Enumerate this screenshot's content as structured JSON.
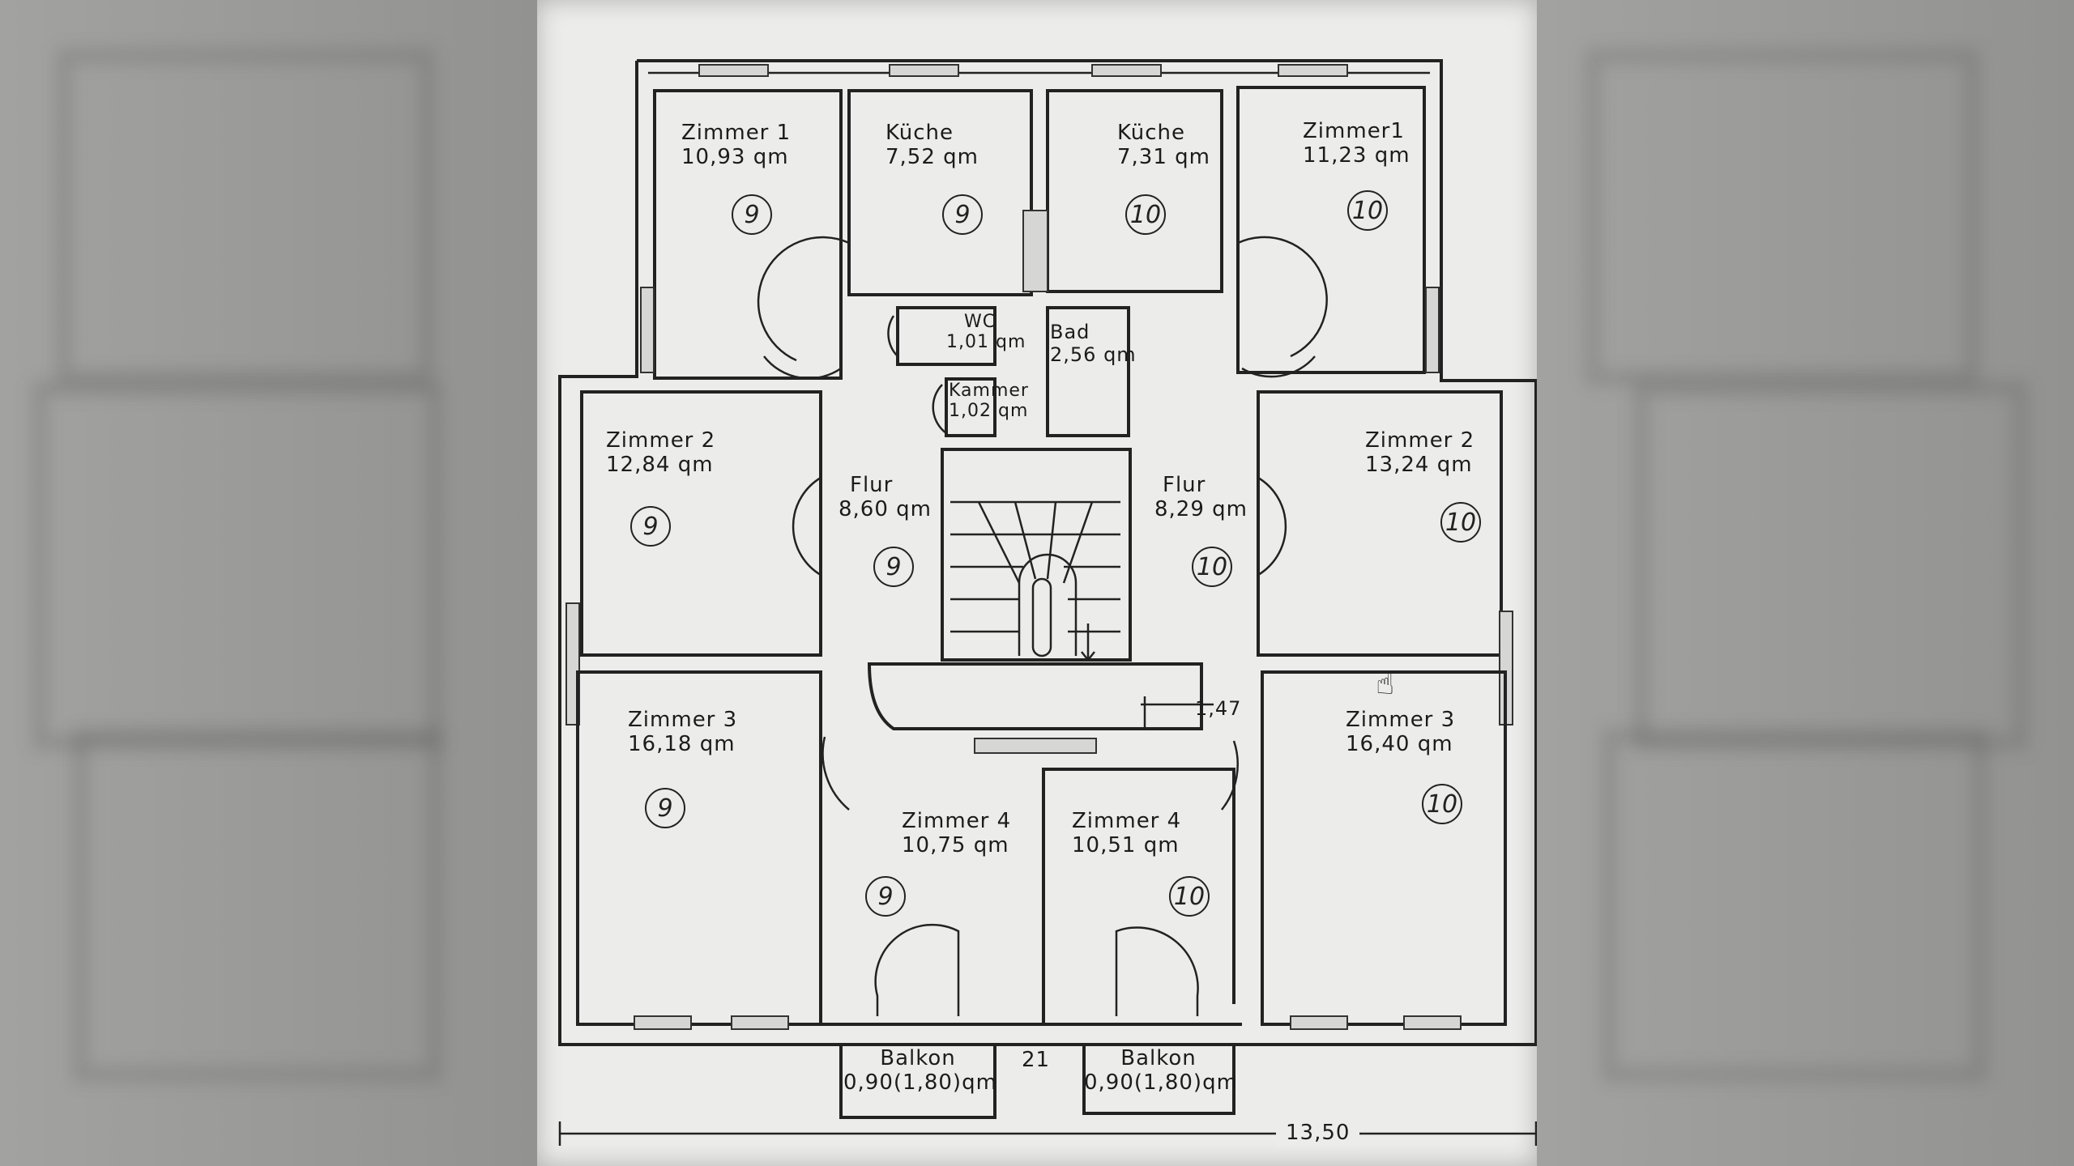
{
  "rooms": {
    "left_zimmer1": {
      "name": "Zimmer 1",
      "area": "10,93 qm",
      "unit": "9"
    },
    "left_kueche": {
      "name": "Küche",
      "area": "7,52 qm",
      "unit": "9"
    },
    "right_kueche": {
      "name": "Küche",
      "area": "7,31 qm",
      "unit": "10"
    },
    "right_zimmer1": {
      "name": "Zimmer1",
      "area": "11,23 qm",
      "unit": "10"
    },
    "wc": {
      "name": "WC",
      "area": "1,01 qm"
    },
    "bad": {
      "name": "Bad",
      "area": "2,56 qm"
    },
    "kammer": {
      "name": "Kammer",
      "area": "1,02 qm"
    },
    "left_zimmer2": {
      "name": "Zimmer 2",
      "area": "12,84 qm",
      "unit": "9"
    },
    "right_zimmer2": {
      "name": "Zimmer 2",
      "area": "13,24 qm",
      "unit": "10"
    },
    "left_flur": {
      "name": "Flur",
      "area": "8,60 qm",
      "unit": "9"
    },
    "right_flur": {
      "name": "Flur",
      "area": "8,29 qm",
      "unit": "10"
    },
    "left_zimmer3": {
      "name": "Zimmer 3",
      "area": "16,18 qm",
      "unit": "9"
    },
    "right_zimmer3": {
      "name": "Zimmer 3",
      "area": "16,40 qm",
      "unit": "10"
    },
    "left_zimmer4": {
      "name": "Zimmer 4",
      "area": "10,75 qm",
      "unit": "9"
    },
    "right_zimmer4": {
      "name": "Zimmer 4",
      "area": "10,51 qm",
      "unit": "10"
    },
    "left_balkon": {
      "name": "Balkon",
      "area": "0,90(1,80)qm"
    },
    "right_balkon": {
      "name": "Balkon",
      "area": "0,90(1,80)qm"
    }
  },
  "dimensions": {
    "landing_width": "1,47",
    "stair_number": "21",
    "total_width": "13,50"
  },
  "icons": {
    "cursor": "hand-cursor-icon"
  }
}
